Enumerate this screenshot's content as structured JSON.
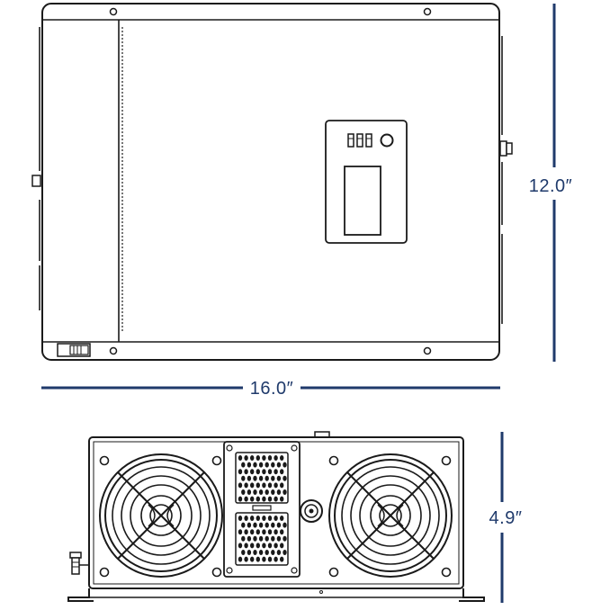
{
  "dimensions": {
    "width": "16.0″",
    "height": "12.0″",
    "depth": "4.9″"
  },
  "colors": {
    "dimension_line": "#1f3a6b",
    "outline": "#1a1a1a"
  },
  "icons": {
    "fan": "fan-icon",
    "vent": "vent-grille-icon",
    "terminal": "terminal-post-icon",
    "switch": "rocker-switch-icon",
    "power_button": "power-button-icon",
    "display": "display-screen-icon"
  }
}
